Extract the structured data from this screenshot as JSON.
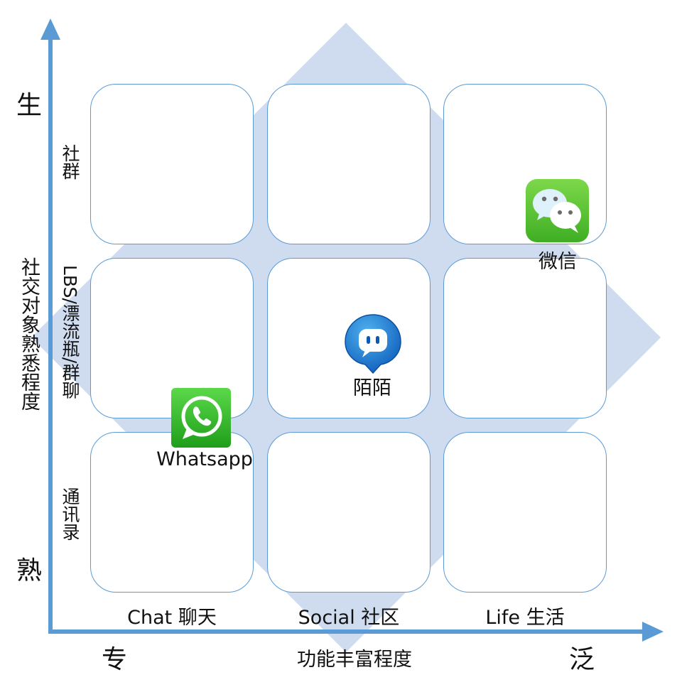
{
  "colors": {
    "axis": "#5b9bd5",
    "cell_border": "#5b9bd5",
    "diamond_fill": "#cfdcf0"
  },
  "axes": {
    "y_title": "社交对象熟悉程度",
    "y_top": "生",
    "y_bottom": "熟",
    "x_title": "功能丰富程度",
    "x_left": "专",
    "x_right": "泛"
  },
  "rows": [
    "社群",
    "LBS/漂流瓶/群聊",
    "通讯录"
  ],
  "columns": [
    "Chat 聊天",
    "Social 社区",
    "Life 生活"
  ],
  "apps": [
    {
      "name": "Whatsapp",
      "icon": "whatsapp-icon"
    },
    {
      "name": "陌陌",
      "icon": "momo-icon"
    },
    {
      "name": "微信",
      "icon": "wechat-icon"
    }
  ]
}
